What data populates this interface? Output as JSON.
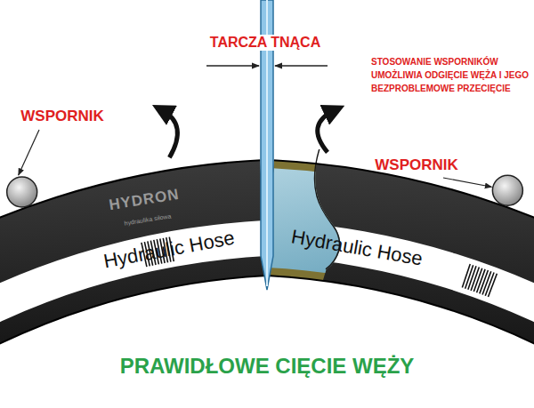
{
  "diagram": {
    "title": "PRAWIDŁOWE CIĘCIE WĘŻY",
    "labels": [
      "TARCZA TNĄCA",
      "STOSOWANIE WSPORNIKÓW UMOŻLIWIA ODGIĘCIE WĘŻA I JEGO BEZPROBLEMOWE PRZECIĘCIE",
      "WSPORNIK",
      "WSPORNIK",
      "HYDRON",
      "hydraulika siłowa",
      "Hydraulic Hose",
      "Hydraulic Hose"
    ]
  }
}
